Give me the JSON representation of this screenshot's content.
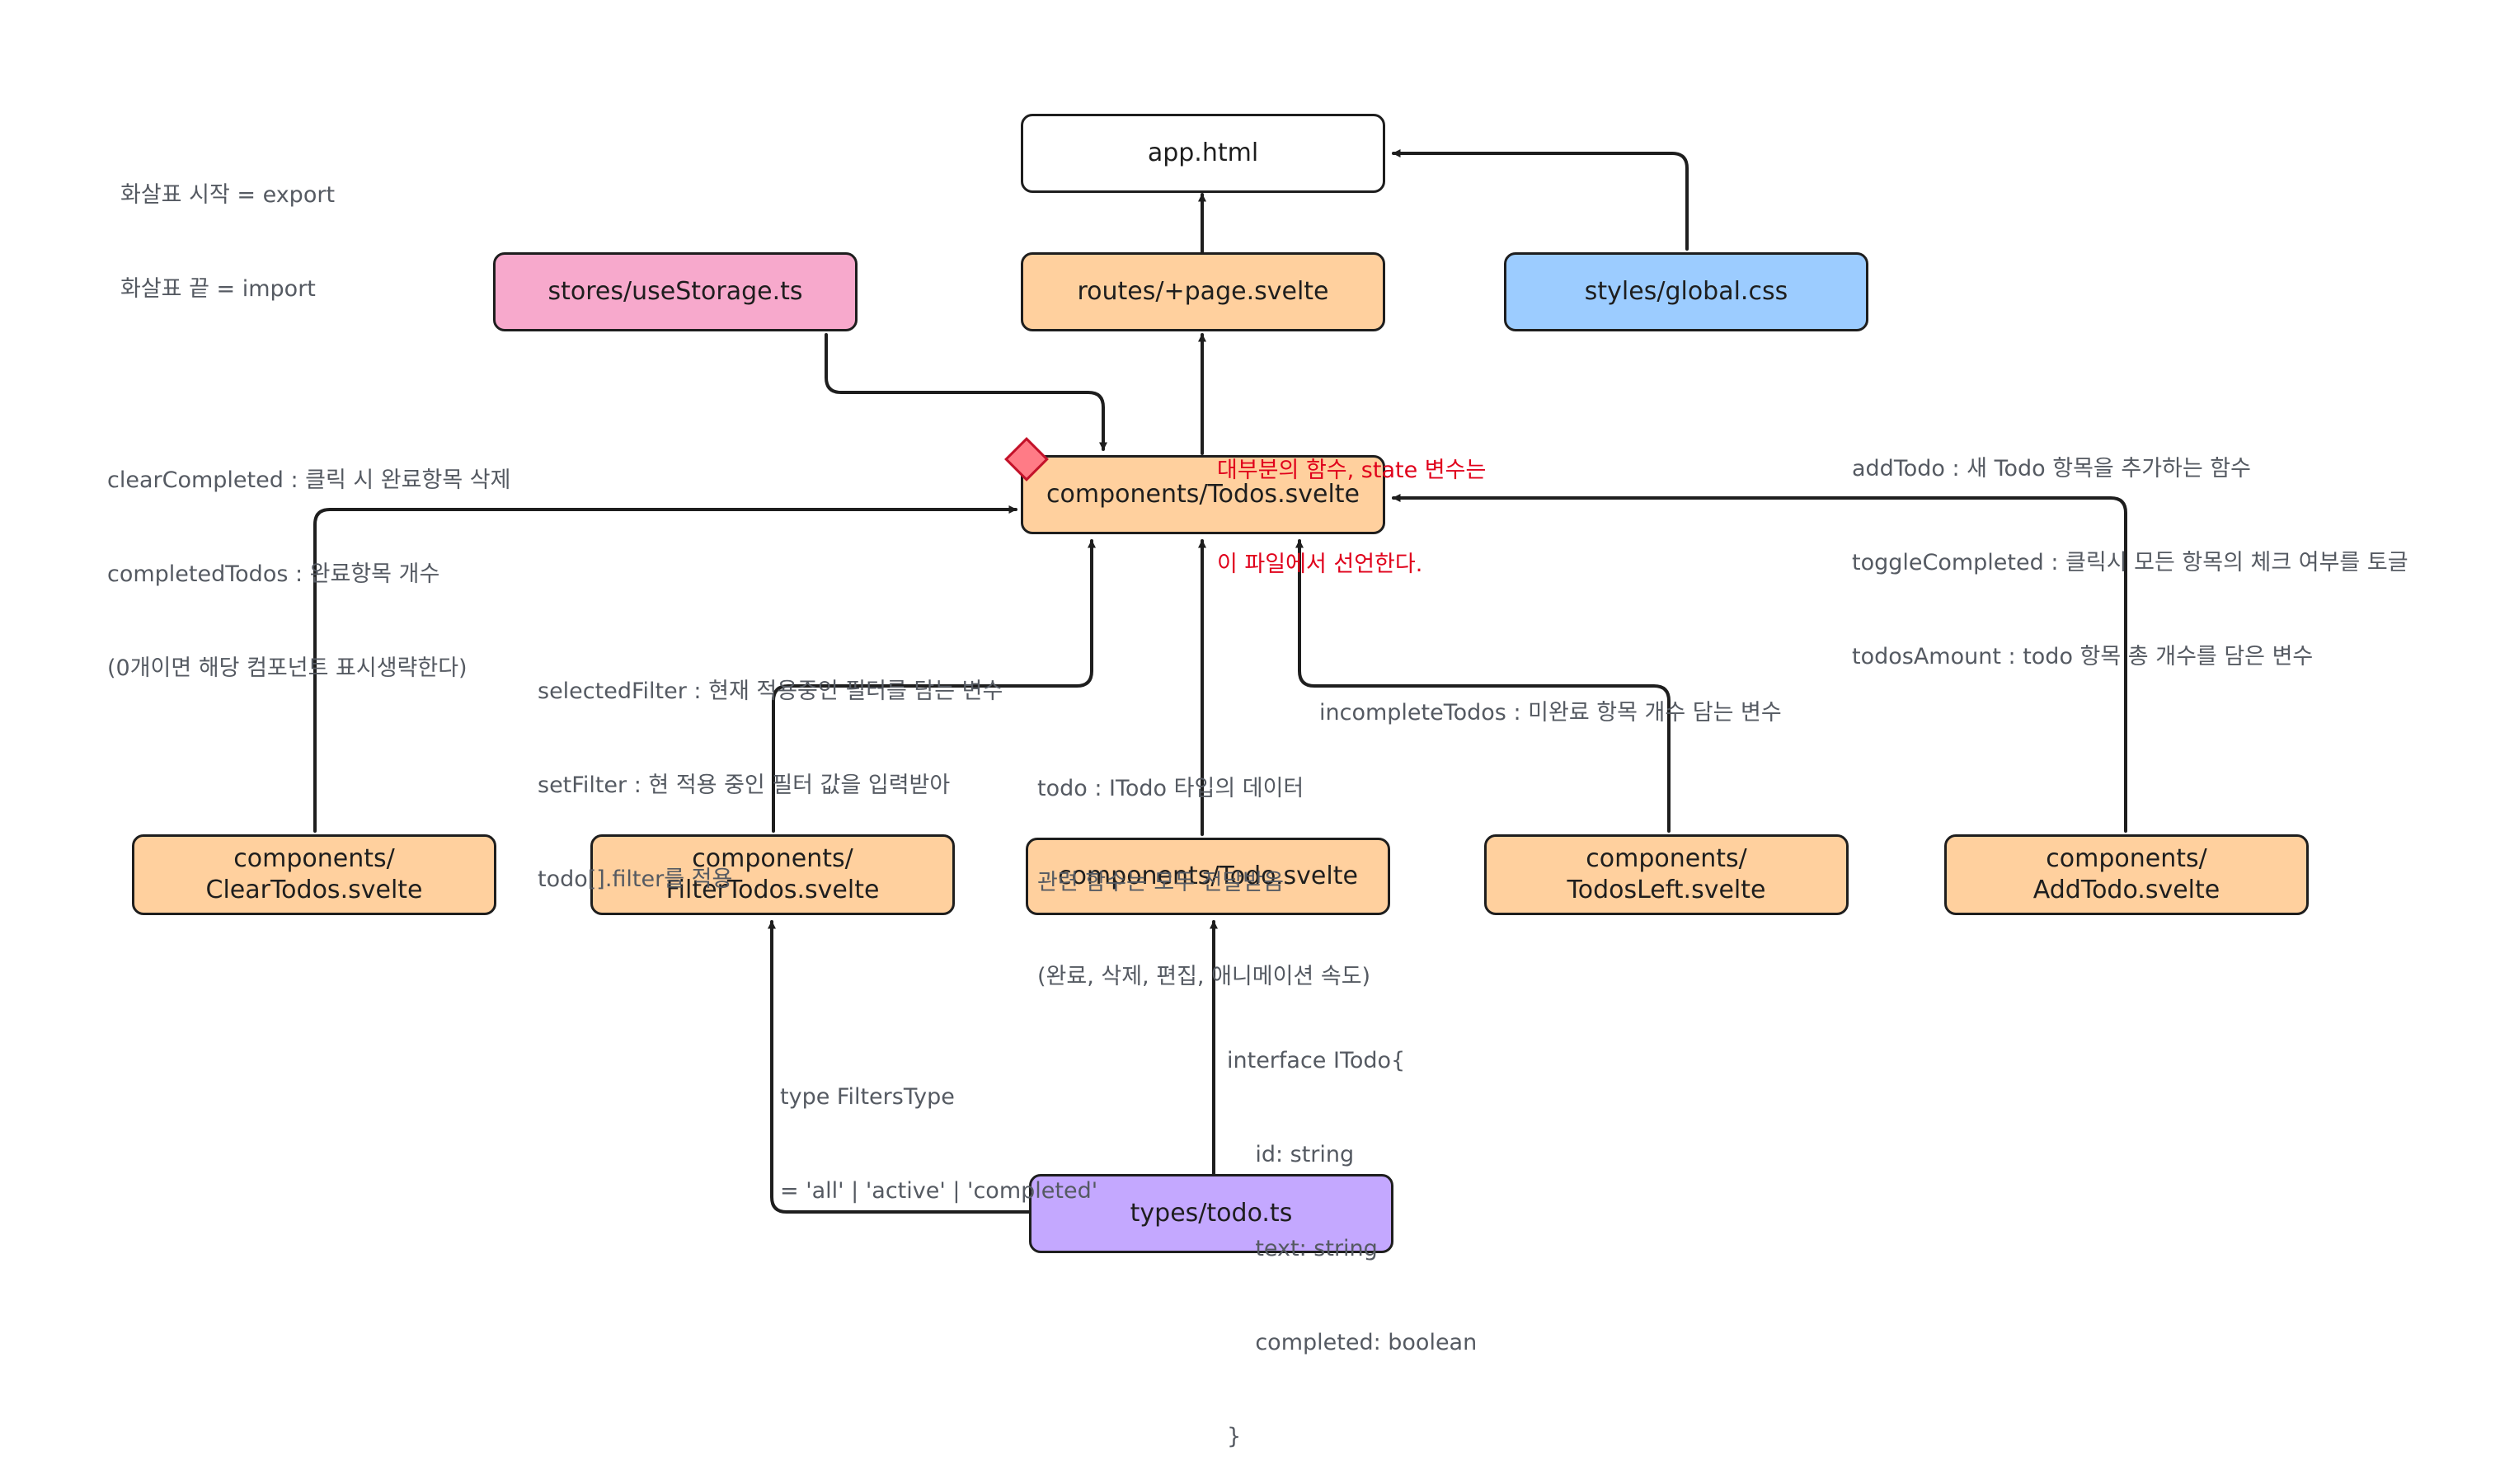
{
  "legend": {
    "lines": [
      "화살표 시작 = export",
      "화살표 끝 = import"
    ]
  },
  "nodes": {
    "app_html": {
      "label": "app.html",
      "color": "#ffffff"
    },
    "use_storage": {
      "label": "stores/useStorage.ts",
      "color": "#f7a9cc"
    },
    "page_svelte": {
      "label": "routes/+page.svelte",
      "color": "#ffd09e"
    },
    "global_css": {
      "label": "styles/global.css",
      "color": "#9cccff"
    },
    "todos_svelte": {
      "label": "components/Todos.svelte",
      "color": "#ffd09e"
    },
    "clear_todos": {
      "label": "components/\nClearTodos.svelte",
      "color": "#ffd09e"
    },
    "filter_todos": {
      "label": "components/\nFilterTodos.svelte",
      "color": "#ffd09e"
    },
    "todo_svelte": {
      "label": "components/Todo.svelte",
      "color": "#ffd09e"
    },
    "todos_left": {
      "label": "components/\nTodosLeft.svelte",
      "color": "#ffd09e"
    },
    "add_todo": {
      "label": "components/\nAddTodo.svelte",
      "color": "#ffd09e"
    },
    "types_todo": {
      "label": "types/todo.ts",
      "color": "#c4a8ff"
    }
  },
  "notes": {
    "todos_state": [
      "대부분의 함수, state 변수는",
      "이 파일에서 선언한다."
    ],
    "clear": [
      "clearCompleted : 클릭 시 완료항목 삭제",
      "completedTodos : 완료항목 개수",
      "(0개이면 해당 컴포넌트 표시생략한다)"
    ],
    "add": [
      "addTodo : 새 Todo 항목을 추가하는 함수",
      "toggleCompleted : 클릭시 모든 항목의 체크 여부를 토글",
      "todosAmount : todo 항목 총 개수를 담은 변수"
    ],
    "filter": [
      "selectedFilter : 현재 적용중인 필터를 담는 변수",
      "setFilter : 현 적용 중인 필터 값을 입력받아",
      "todo[].filter를 적용"
    ],
    "left": [
      "incompleteTodos : 미완료 항목 개수 담는 변수"
    ],
    "todo": [
      "todo : ITodo 타입의 데이터",
      "관련 함수는 모두 전달받음",
      "(완료, 삭제, 편집, 애니메이션 속도)"
    ],
    "filters_type": [
      "type FiltersType",
      "= 'all' | 'active' | 'completed'"
    ],
    "itodo": [
      "interface ITodo{",
      "    id: string",
      "    text: string",
      "    completed: boolean",
      "}"
    ]
  },
  "colors": {
    "stroke": "#1e1e1e",
    "note_text": "#555a62",
    "highlight_text": "#e0001b",
    "diamond": "#ff7b86"
  }
}
